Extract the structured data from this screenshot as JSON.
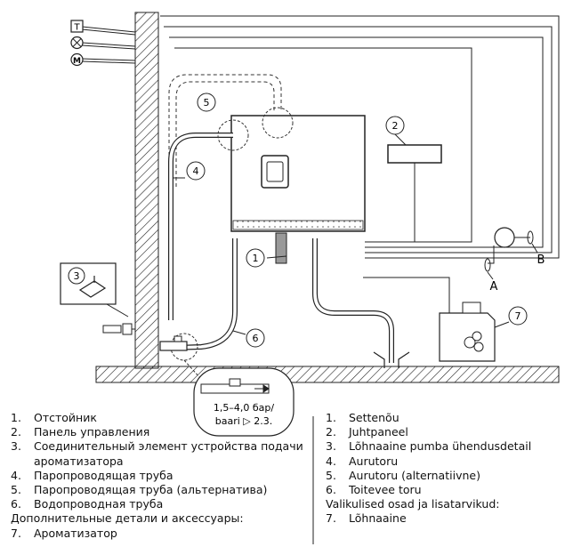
{
  "diagram": {
    "top_symbols": [
      "T",
      "⊗",
      "M"
    ],
    "callouts": [
      "1",
      "2",
      "3",
      "4",
      "5",
      "6",
      "7"
    ],
    "point_a": "A",
    "point_b": "B",
    "pressure_line1": "1,5–4,0 бар/",
    "pressure_line2": "baari ▷ 2.3."
  },
  "legend_ru": {
    "items": [
      {
        "num": "1.",
        "text": "Отстойник"
      },
      {
        "num": "2.",
        "text": "Панель управления"
      },
      {
        "num": "3.",
        "text": "Соединительный элемент устройства подачи"
      },
      {
        "num": "",
        "text": "ароматизатора"
      },
      {
        "num": "4.",
        "text": "Паропроводящая труба"
      },
      {
        "num": "5.",
        "text": "Паропроводящая труба (альтернатива)"
      },
      {
        "num": "6.",
        "text": "Водопроводная труба"
      }
    ],
    "extra_heading": "Дополнительные детали и аксессуары:",
    "extra_items": [
      {
        "num": "7.",
        "text": "Ароматизатор"
      }
    ]
  },
  "legend_et": {
    "items": [
      {
        "num": "1.",
        "text": "Settenõu"
      },
      {
        "num": "2.",
        "text": "Juhtpaneel"
      },
      {
        "num": "3.",
        "text": "Lõhnaaine pumba ühendusdetail"
      },
      {
        "num": "4.",
        "text": "Aurutoru"
      },
      {
        "num": "5.",
        "text": "Aurutoru (alternatiivne)"
      },
      {
        "num": "6.",
        "text": "Toitevee toru"
      }
    ],
    "extra_heading": "Valikulised osad ja lisatarvikud:",
    "extra_items": [
      {
        "num": "7.",
        "text": "Lõhnaaine"
      }
    ]
  }
}
